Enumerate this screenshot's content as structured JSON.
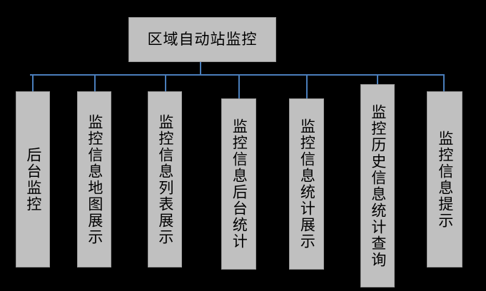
{
  "diagram": {
    "type": "org-chart",
    "orientation": "top-down",
    "background_color": "#000000",
    "node_fill_color": "#c0c0c0",
    "node_border_color": "#9a9a9a",
    "connector_color": "#4a7ebb",
    "text_color": "#000000",
    "root": {
      "label": "区域自动站监控"
    },
    "children": [
      {
        "label": "后台监控"
      },
      {
        "label": "监控信息地图展示"
      },
      {
        "label": "监控信息列表展示"
      },
      {
        "label": "监控信息后台统计"
      },
      {
        "label": "监控信息统计展示"
      },
      {
        "label": "监控历史信息统计查询"
      },
      {
        "label": "监控信息提示"
      }
    ]
  }
}
